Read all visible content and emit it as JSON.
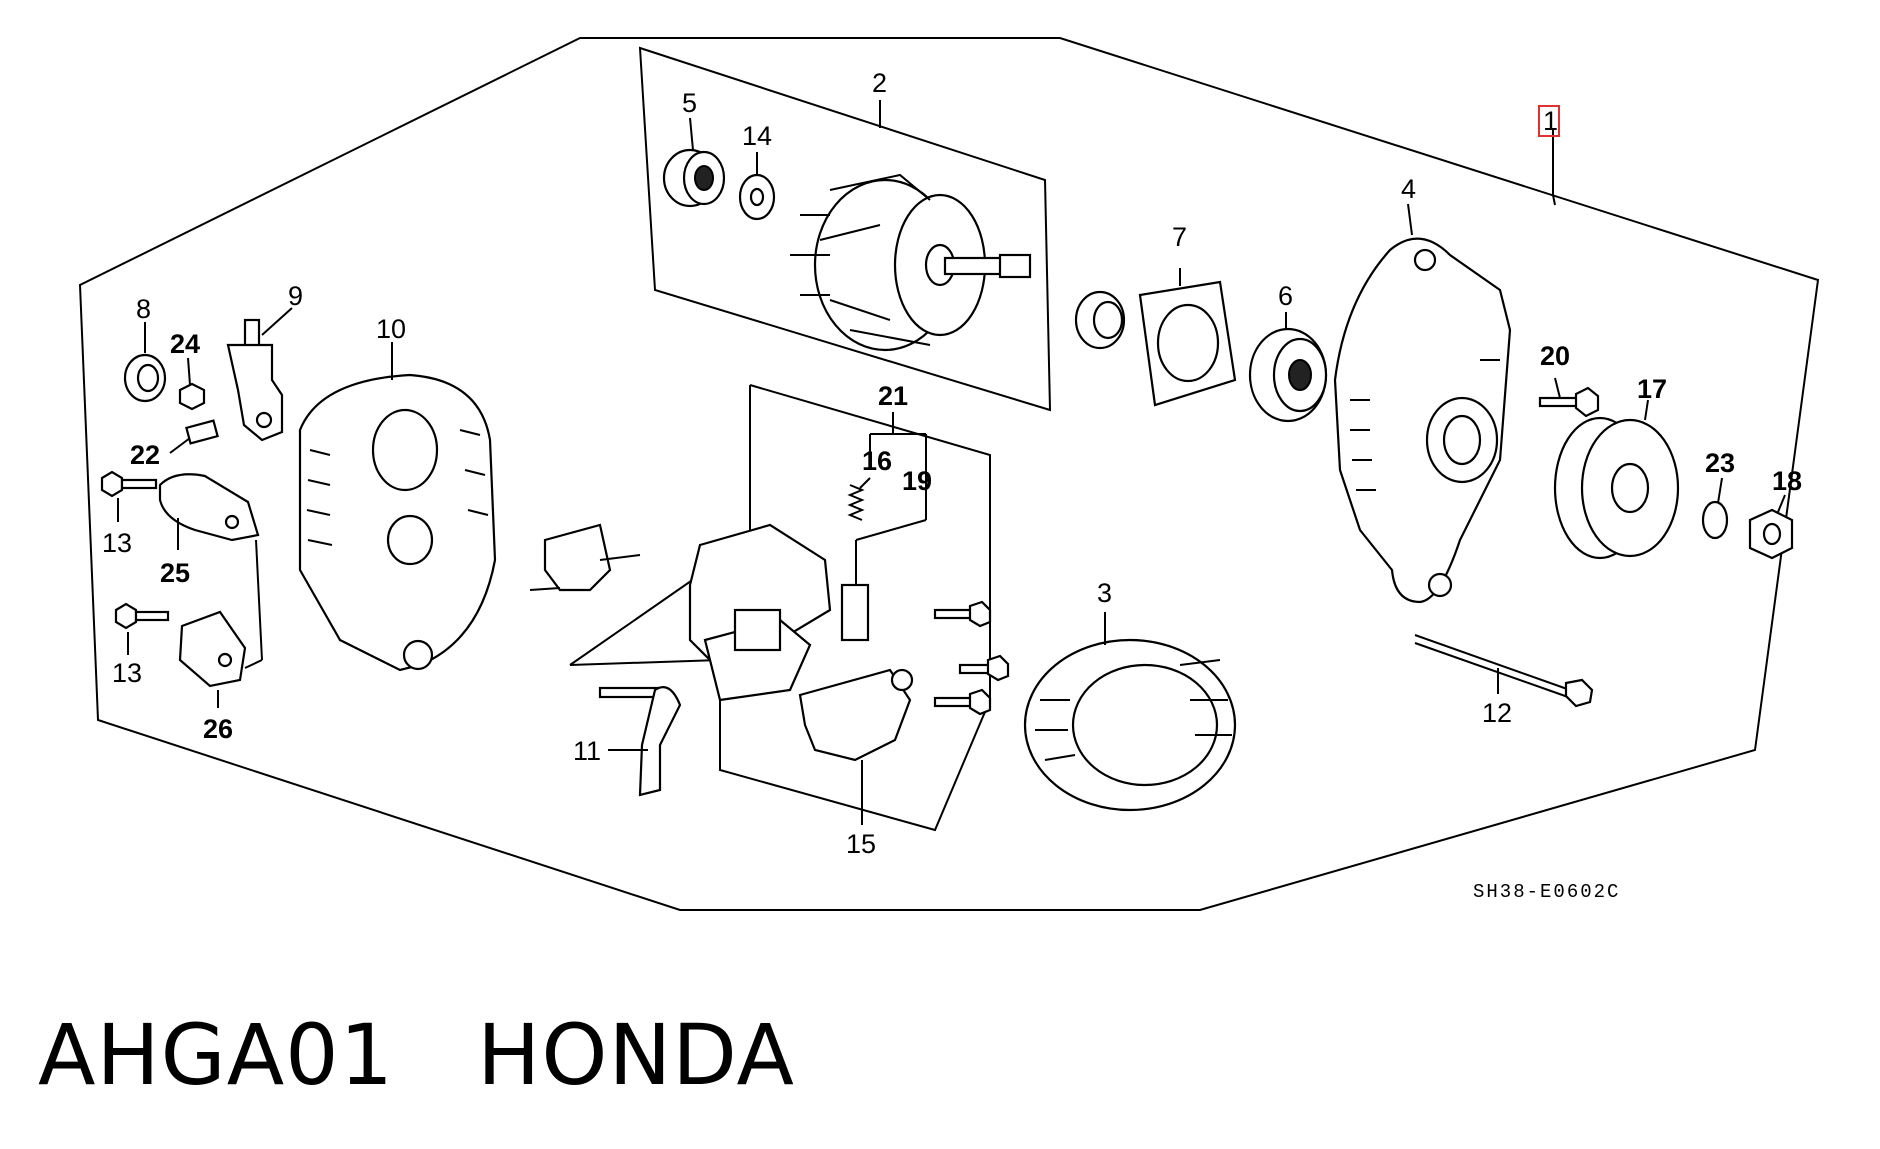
{
  "diagram": {
    "drawing_code": "SH38-E0602C",
    "caption": "AHGA01   HONDA",
    "highlighted_callout": "1",
    "callouts": {
      "c1": "1",
      "c2": "2",
      "c3": "3",
      "c4": "4",
      "c5": "5",
      "c6": "6",
      "c7": "7",
      "c8": "8",
      "c9": "9",
      "c10": "10",
      "c11": "11",
      "c12": "12",
      "c13a": "13",
      "c13b": "13",
      "c14": "14",
      "c15": "15",
      "c16": "16",
      "c17": "17",
      "c18": "18",
      "c19": "19",
      "c20": "20",
      "c21": "21",
      "c22": "22",
      "c23": "23",
      "c24": "24",
      "c25": "25",
      "c26": "26"
    }
  }
}
